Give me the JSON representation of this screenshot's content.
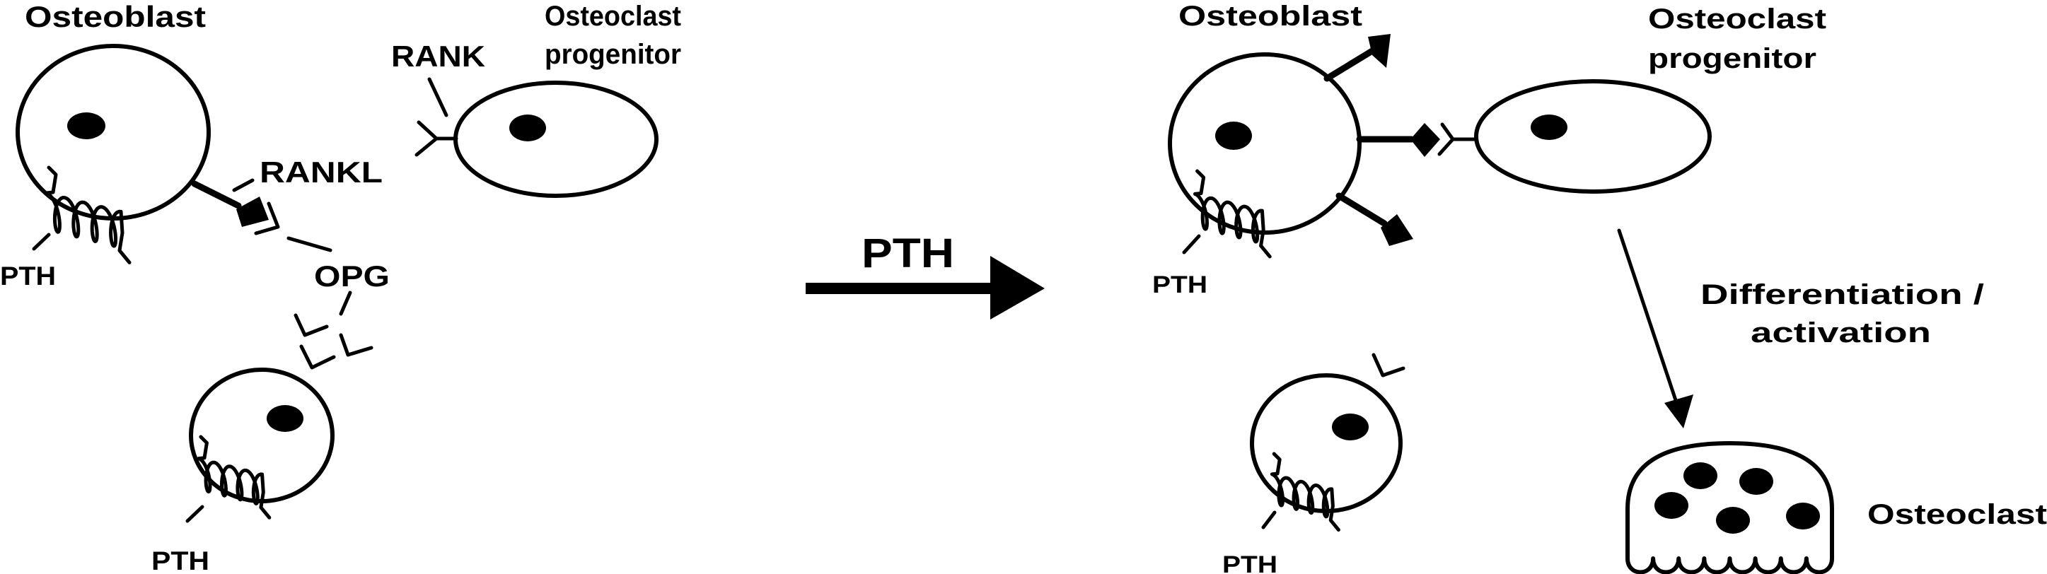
{
  "left_panel": {
    "osteoblast_label": "Osteoblast",
    "rank_label": "RANK",
    "rankl_label": "RANKL",
    "opg_label": "OPG",
    "progenitor_label_line1": "Osteoclast",
    "progenitor_label_line2": "progenitor",
    "pth_label_1": "PTH",
    "pth_label_2": "PTH"
  },
  "center": {
    "arrow_label": "PTH"
  },
  "right_panel": {
    "osteoblast_label": "Osteoblast",
    "progenitor_label_line1": "Osteoclast",
    "progenitor_label_line2": "progenitor",
    "pth_label_1": "PTH",
    "pth_label_2": "PTH",
    "process_label_line1": "Differentiation /",
    "process_label_line2": "activation",
    "osteoclast_label": "Osteoclast"
  },
  "colors": {
    "ink": "#000000",
    "background": "#ffffff"
  }
}
